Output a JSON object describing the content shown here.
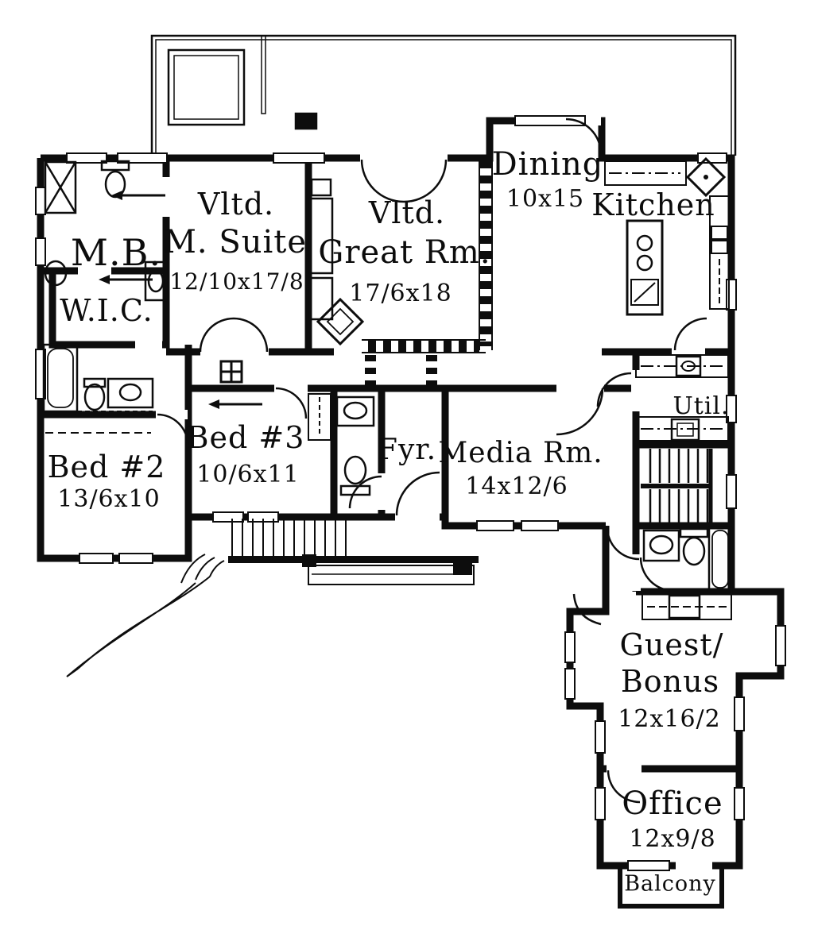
{
  "plan": {
    "rooms": {
      "master_bath": {
        "label": "M.B."
      },
      "walk_in_closet": {
        "label": "W.I.C."
      },
      "master_suite": {
        "vaulted": "Vltd.",
        "label": "M. Suite",
        "dims": "12/10x17/8"
      },
      "great_room": {
        "vaulted": "Vltd.",
        "label": "Great Rm.",
        "dims": "17/6x18"
      },
      "dining": {
        "label": "Dining",
        "dims": "10x15"
      },
      "kitchen": {
        "label": "Kitchen"
      },
      "utility": {
        "label": "Util."
      },
      "bed2": {
        "label": "Bed #2",
        "dims": "13/6x10"
      },
      "bed3": {
        "label": "Bed #3",
        "dims": "10/6x11"
      },
      "foyer": {
        "label": "Fyr."
      },
      "media_room": {
        "label": "Media Rm.",
        "dims": "14x12/6"
      },
      "guest_bonus": {
        "label_line1": "Guest/",
        "label_line2": "Bonus",
        "dims": "12x16/2"
      },
      "office": {
        "label": "Office",
        "dims": "12x9/8"
      },
      "balcony": {
        "label": "Balcony"
      }
    },
    "colors": {
      "ink": "#0d0d0d",
      "paper": "#ffffff"
    }
  }
}
